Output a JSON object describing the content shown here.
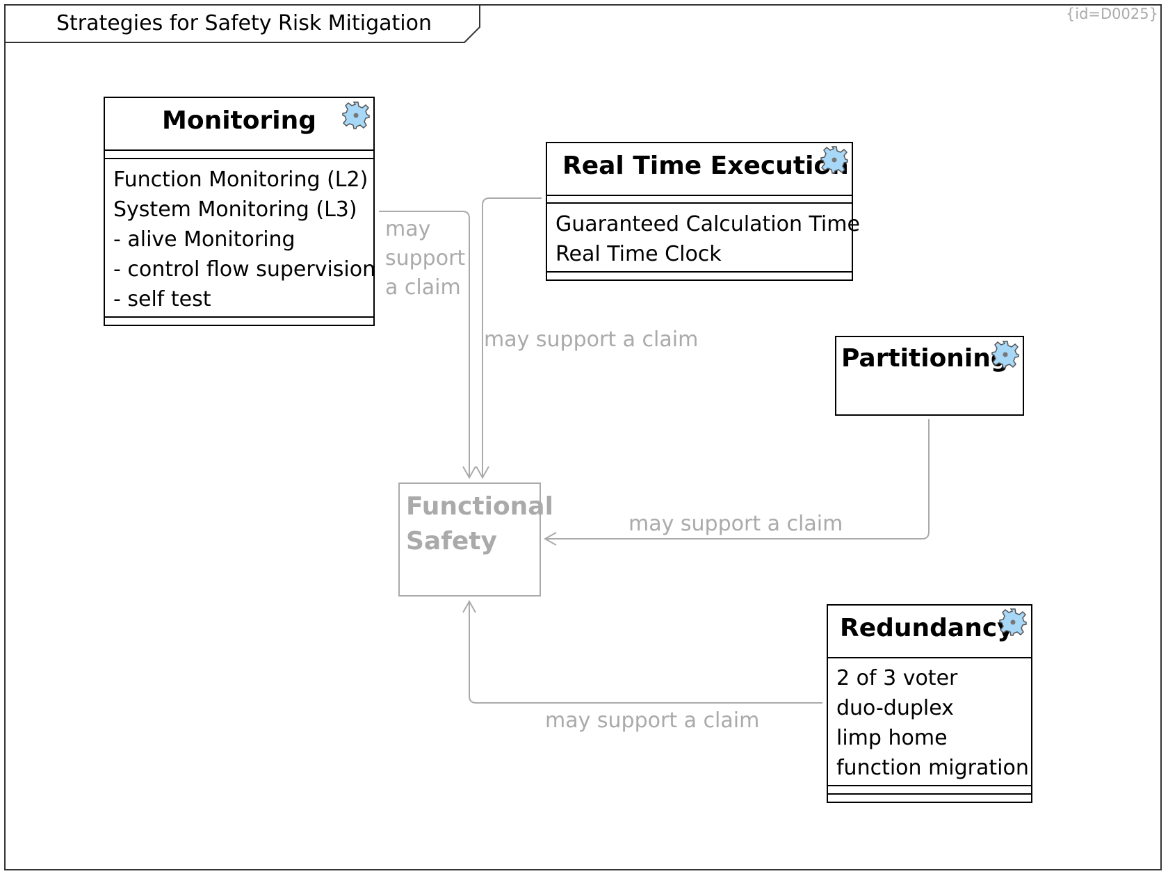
{
  "diagram": {
    "title": "Strategies for Safety Risk Mitigation",
    "id_label": "{id=D0025}"
  },
  "blocks": {
    "monitoring": {
      "title": "Monitoring",
      "items": [
        "Function Monitoring (L2)",
        "System Monitoring (L3)",
        "- alive Monitoring",
        "- control flow supervision",
        "- self test"
      ]
    },
    "rte": {
      "title": "Real Time Execution",
      "items": [
        "Guaranteed Calculation Time",
        "Real Time Clock"
      ]
    },
    "partitioning": {
      "title": "Partitioning"
    },
    "functional_safety": {
      "title_line1": "Functional",
      "title_line2": "Safety"
    },
    "redundancy": {
      "title": "Redundancy",
      "items": [
        "2 of 3 voter",
        "duo-duplex",
        "limp home",
        "function migration"
      ]
    }
  },
  "connectors": {
    "monitoring": {
      "label_lines": [
        "may",
        "support",
        "a claim"
      ]
    },
    "rte": {
      "label": "may support a claim"
    },
    "partitioning": {
      "label": "may support a claim"
    },
    "redundancy": {
      "label": "may support a claim"
    }
  },
  "colors": {
    "gear": "#a8d8f8",
    "connector": "#aaaaaa"
  }
}
